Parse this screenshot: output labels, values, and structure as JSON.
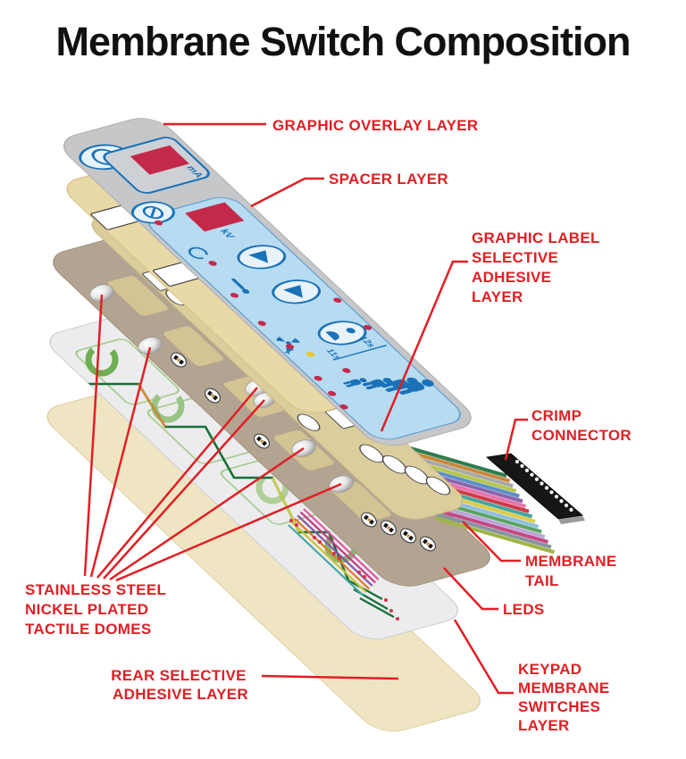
{
  "title": "Membrane Switch Composition",
  "labels": {
    "graphic_overlay": {
      "text": "GRAPHIC OVERLAY LAYER"
    },
    "spacer": {
      "text": "SPACER LAYER"
    },
    "graphic_label": {
      "lines": [
        "GRAPHIC LABEL",
        "SELECTIVE",
        "ADHESIVE",
        "LAYER"
      ]
    },
    "crimp": {
      "lines": [
        "CRIMP",
        "CONNECTOR"
      ]
    },
    "membrane_tail": {
      "lines": [
        "MEMBRANE",
        "TAIL"
      ]
    },
    "leds": {
      "text": "LEDS"
    },
    "stainless": {
      "lines": [
        "STAINLESS STEEL",
        "NICKEL PLATED",
        "TACTILE DOMES"
      ]
    },
    "rear": {
      "lines": [
        "REAR SELECTIVE",
        "ADHESIVE LAYER"
      ]
    },
    "keypad": {
      "lines": [
        "KEYPAD",
        "MEMBRANE",
        "SWITCHES",
        "LAYER"
      ]
    }
  },
  "overlay_texts": {
    "ma": "mA",
    "kv": "kV",
    "t11": "11s",
    "t12": "12s"
  },
  "icons": [
    "rotate-arrow-button",
    "ma-display",
    "power-off-button",
    "kv-display",
    "rotate-arrow-small",
    "thermometer",
    "arrow-button",
    "arrow-button",
    "patient-button",
    "radiation-trefoil",
    "patient-size-row"
  ],
  "colors": {
    "label_red": "#e01f24",
    "overlay_gray": "#c6c7c9",
    "panel_blue": "#b7dbf1",
    "icon_blue": "#1a72b8",
    "display_red": "#c5294a",
    "spacer_cream": "#e8d9a6",
    "adhesive_khaki": "#dbcd9c",
    "circuit_taupe": "#b3a492",
    "keypad_white": "#ececee",
    "rear_cream": "#f0e5c2",
    "trace_green": "#156f35",
    "connector_black": "#161616"
  }
}
